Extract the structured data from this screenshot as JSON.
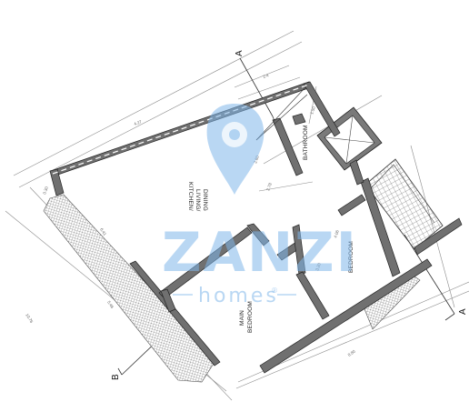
{
  "rooms": {
    "kitchen": [
      "KITCHEN/",
      "LIVING/",
      "DINING"
    ],
    "bathroom": "BATHROOM",
    "bedroom": "BEDROOM",
    "main_bedroom": [
      "MAIN",
      "BEDROOM"
    ]
  },
  "sections": {
    "a_top": "A",
    "a_bottom": "A",
    "b": "B"
  },
  "watermark": {
    "brand": "ZANZI",
    "sub": "homes",
    "mark": "®"
  },
  "dimensions": [
    "4.27",
    "2.4",
    "0.30",
    "6.41",
    "5.46",
    "10.76",
    "2.78",
    "3.20",
    "4.06",
    "8.80",
    "2.60",
    "1.50"
  ],
  "colors": {
    "wall": "#707070",
    "wall_outline": "#222222",
    "hatch": "#555555",
    "watermark": "#7fb6ea"
  }
}
